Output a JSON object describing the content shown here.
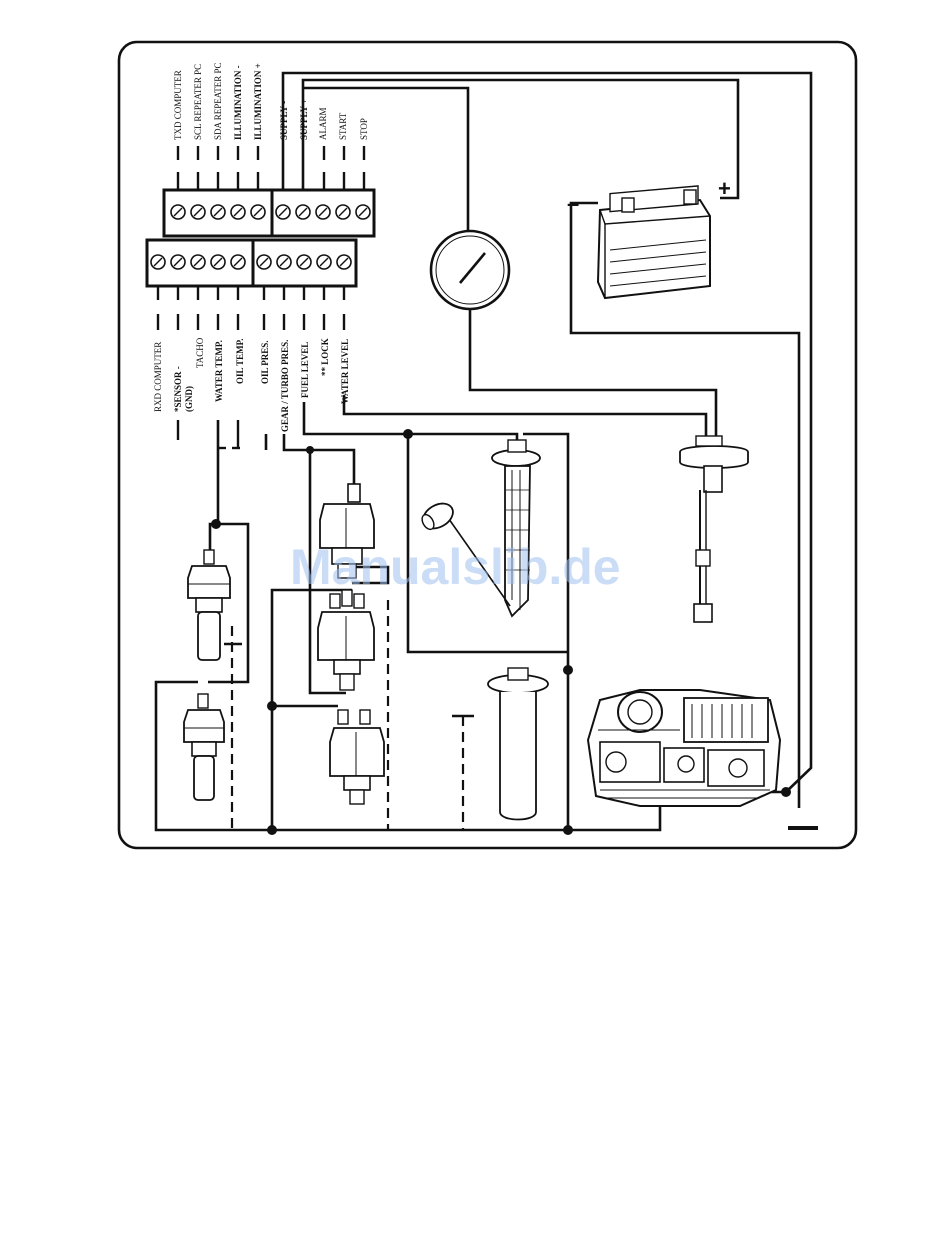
{
  "watermark": "Manualslib.de",
  "top_terminals": {
    "left_block": [
      "TXD COMPUTER",
      "SCL REPEATER PC",
      "SDA REPEATER PC",
      "ILLUMINATION -",
      "ILLUMINATION +"
    ],
    "right_block": [
      "SUPPLY -",
      "SUPPLY +",
      "ALARM",
      "START",
      "STOP"
    ]
  },
  "bottom_terminals": {
    "left_block": [
      "RXD COMPUTER",
      "*SENSOR -",
      "(GND)",
      "TACHO",
      "WATER TEMP.",
      "OIL TEMP."
    ],
    "right_block": [
      "OIL PRES.",
      "GEAR / TURBO PRES.",
      "FUEL LEVEL",
      "** LOCK",
      "WATER LEVEL"
    ]
  },
  "battery": {
    "minus": "–",
    "plus": "+"
  }
}
